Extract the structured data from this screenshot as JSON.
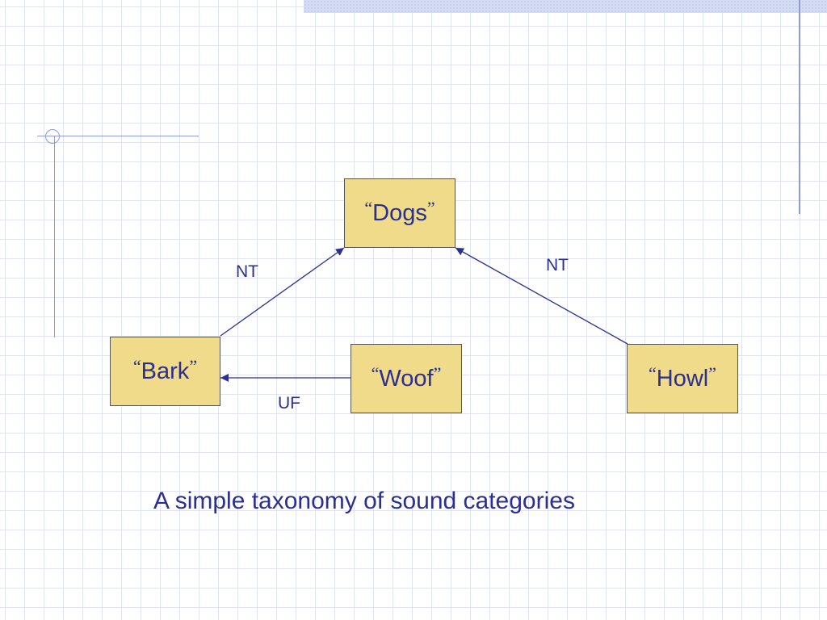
{
  "slide": {
    "caption": "A simple taxonomy of sound categories"
  },
  "nodes": {
    "dogs": {
      "open_quote": "“",
      "label": "Dogs",
      "close_quote": "”"
    },
    "bark": {
      "open_quote": "“",
      "label": "Bark",
      "close_quote": "”"
    },
    "woof": {
      "open_quote": "“",
      "label": "Woof",
      "close_quote": "”"
    },
    "howl": {
      "open_quote": "“",
      "label": "Howl",
      "close_quote": "”"
    }
  },
  "edges": [
    {
      "from": "Bark",
      "to": "Dogs",
      "label": "NT"
    },
    {
      "from": "Howl",
      "to": "Dogs",
      "label": "NT"
    },
    {
      "from": "Woof",
      "to": "Bark",
      "label": "UF"
    }
  ],
  "colors": {
    "text": "#2b2f8e",
    "node_fill": "#efdb8a",
    "edge": "#2b2f8e",
    "grid": "#dfe3f3",
    "decoration": "#8d9bdc"
  }
}
